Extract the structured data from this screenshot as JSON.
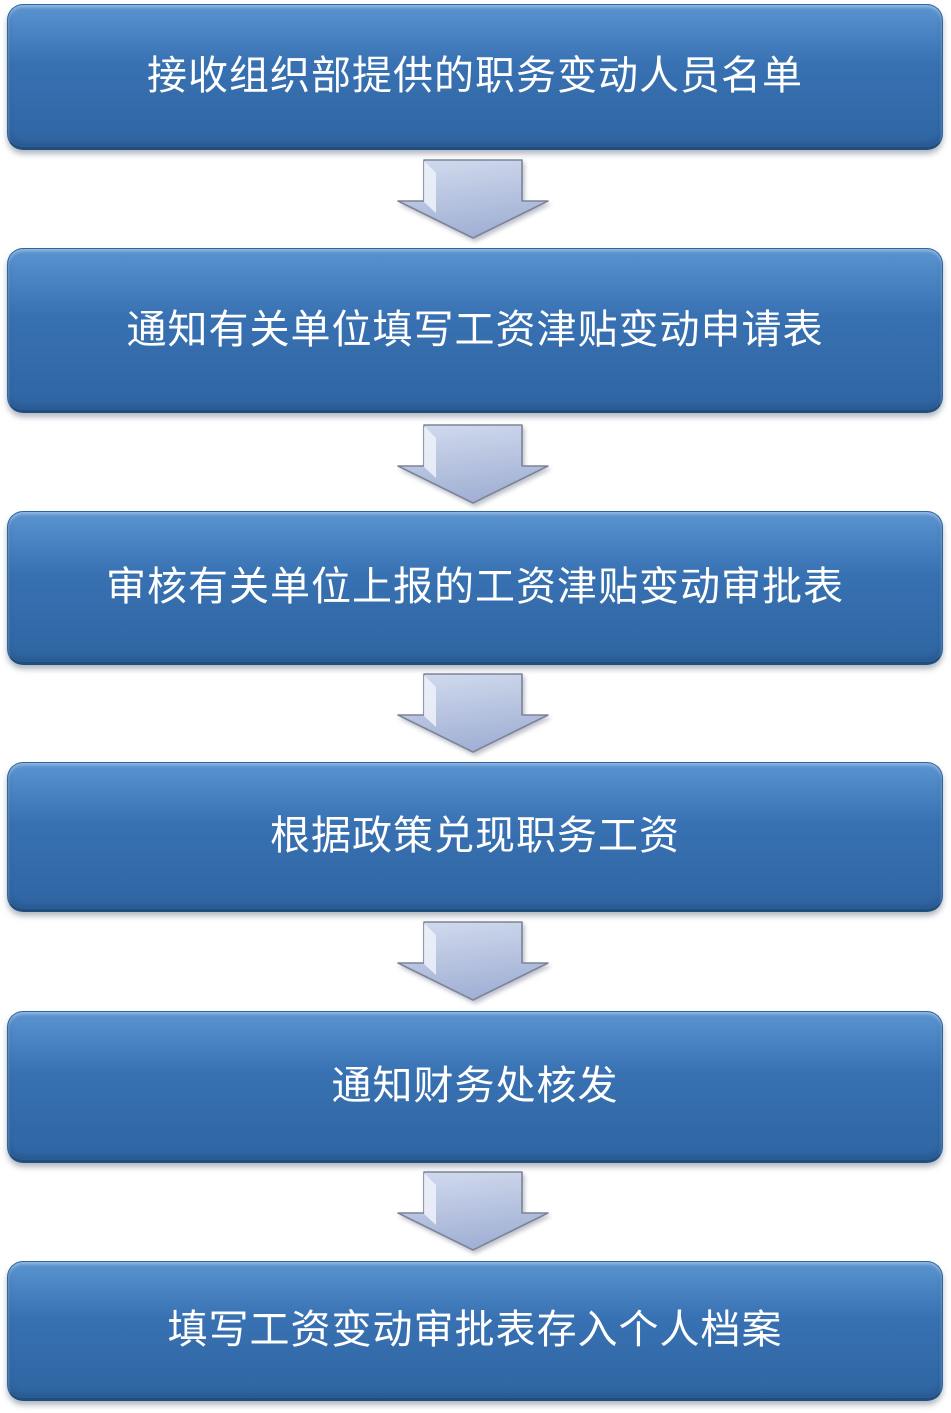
{
  "theme": {
    "page_bg": "#ffffff",
    "box_fill_top": "#5a94d0",
    "box_fill_mid": "#3871b2",
    "box_fill_bottom": "#2f65a2",
    "box_border": "#2e66a4",
    "box_border_dark": "#1f4e7e",
    "box_text_color": "#ffffff",
    "arrow_fill_top": "#d2dbee",
    "arrow_fill_bottom": "#a2b1d5",
    "arrow_outline": "#7d8498",
    "arrow_highlight": "#eef2fa"
  },
  "flowchart": {
    "connector_icon": "down-arrow-icon",
    "steps": [
      {
        "label": "接收组织部提供的职务变动人员名单"
      },
      {
        "label": "通知有关单位填写工资津贴变动申请表"
      },
      {
        "label": "审核有关单位上报的工资津贴变动审批表"
      },
      {
        "label": "根据政策兑现职务工资"
      },
      {
        "label": "通知财务处核发"
      },
      {
        "label": "填写工资变动审批表存入个人档案"
      }
    ]
  }
}
